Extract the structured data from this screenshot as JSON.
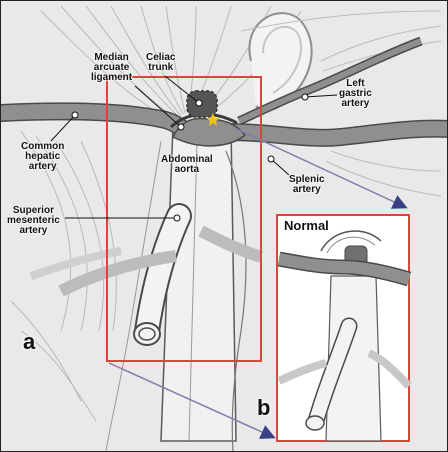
{
  "labels": {
    "median_arcuate_ligament": "Median\narcuate\nligament",
    "celiac_trunk": "Celiac\ntrunk",
    "left_gastric_artery": "Left\ngastric\nartery",
    "common_hepatic_artery": "Common\nhepatic\nartery",
    "abdominal_aorta": "Abdominal\naorta",
    "splenic_artery": "Splenic\nartery",
    "superior_mesenteric_artery": "Superior\nmesenteric\nartery"
  },
  "panels": {
    "a": "a",
    "b": "b",
    "normal_title": "Normal"
  },
  "colors": {
    "background": "#e9e9e9",
    "vessel": "#8f8f8f",
    "vessel_outline": "#4a4a4a",
    "highlight_box": "#d9473a",
    "arrow": "#3a3f86",
    "star": "#f2c40f"
  }
}
